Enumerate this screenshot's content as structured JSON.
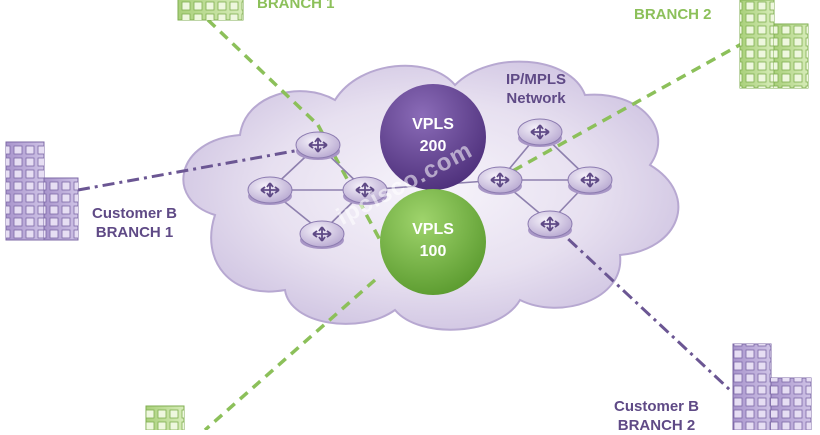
{
  "diagram": {
    "cloud_label": [
      "IP/MPLS",
      "Network"
    ],
    "vpls_200": [
      "VPLS",
      "200"
    ],
    "vpls_100": [
      "VPLS",
      "100"
    ],
    "branches": {
      "green_top_left": "BRANCH 1",
      "green_top_right": "BRANCH 2",
      "purple_left": [
        "Customer B",
        "BRANCH 1"
      ],
      "purple_bottom_right": [
        "Customer B",
        "BRANCH 2"
      ]
    },
    "watermark": "ipcisco.com",
    "colors": {
      "green": "#8cc05a",
      "purple": "#6b5693",
      "vpls_200_fill": "#5e3f8c",
      "vpls_100_fill": "#6aa538",
      "cloud": "#e4dcef"
    },
    "icons": {
      "router": "router-icon",
      "green_building": "building-icon",
      "purple_building": "building-icon"
    }
  }
}
